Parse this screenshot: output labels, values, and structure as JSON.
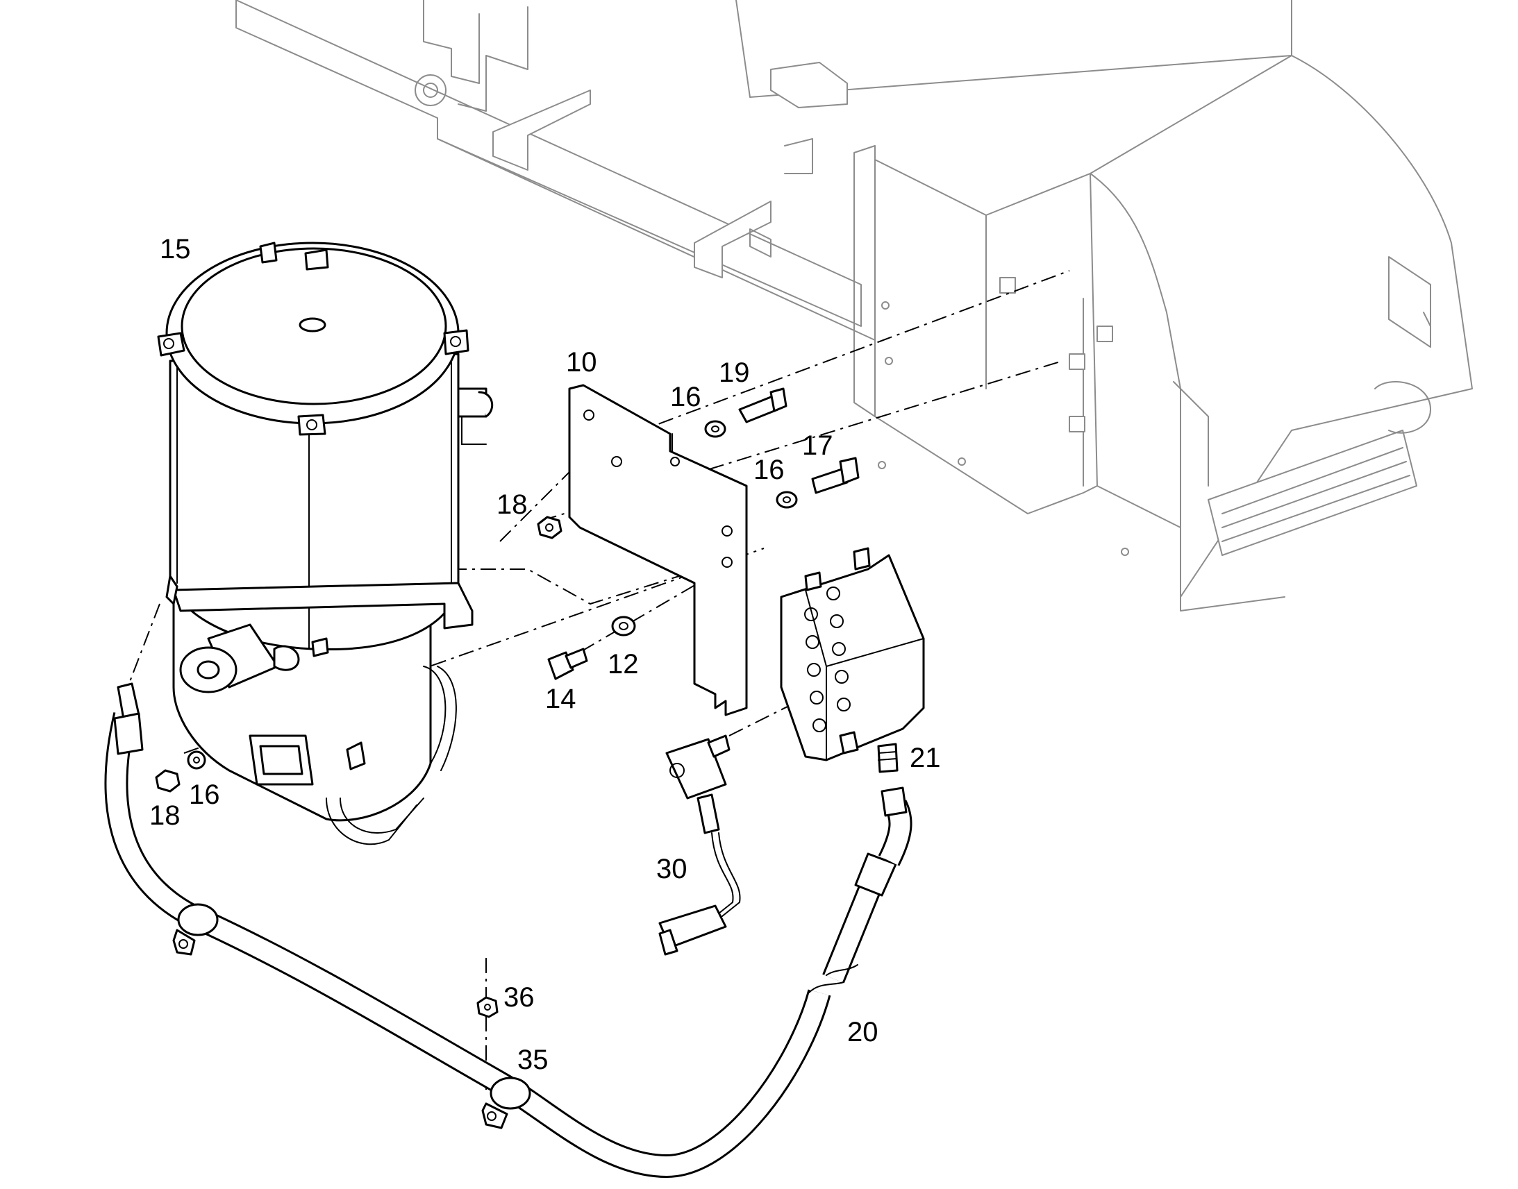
{
  "callouts": [
    {
      "id": "c15",
      "text": "15"
    },
    {
      "id": "c10",
      "text": "10"
    },
    {
      "id": "c19",
      "text": "19"
    },
    {
      "id": "c16a",
      "text": "16"
    },
    {
      "id": "c17",
      "text": "17"
    },
    {
      "id": "c16b",
      "text": "16"
    },
    {
      "id": "c18a",
      "text": "18"
    },
    {
      "id": "c12",
      "text": "12"
    },
    {
      "id": "c14",
      "text": "14"
    },
    {
      "id": "c21",
      "text": "21"
    },
    {
      "id": "c18b",
      "text": "18"
    },
    {
      "id": "c16c",
      "text": "16"
    },
    {
      "id": "c30",
      "text": "30"
    },
    {
      "id": "c36",
      "text": "36"
    },
    {
      "id": "c35",
      "text": "35"
    },
    {
      "id": "c20",
      "text": "20"
    }
  ],
  "colors": {
    "line": "#000000",
    "background_line": "#8c8c8c",
    "paper": "#ffffff"
  }
}
